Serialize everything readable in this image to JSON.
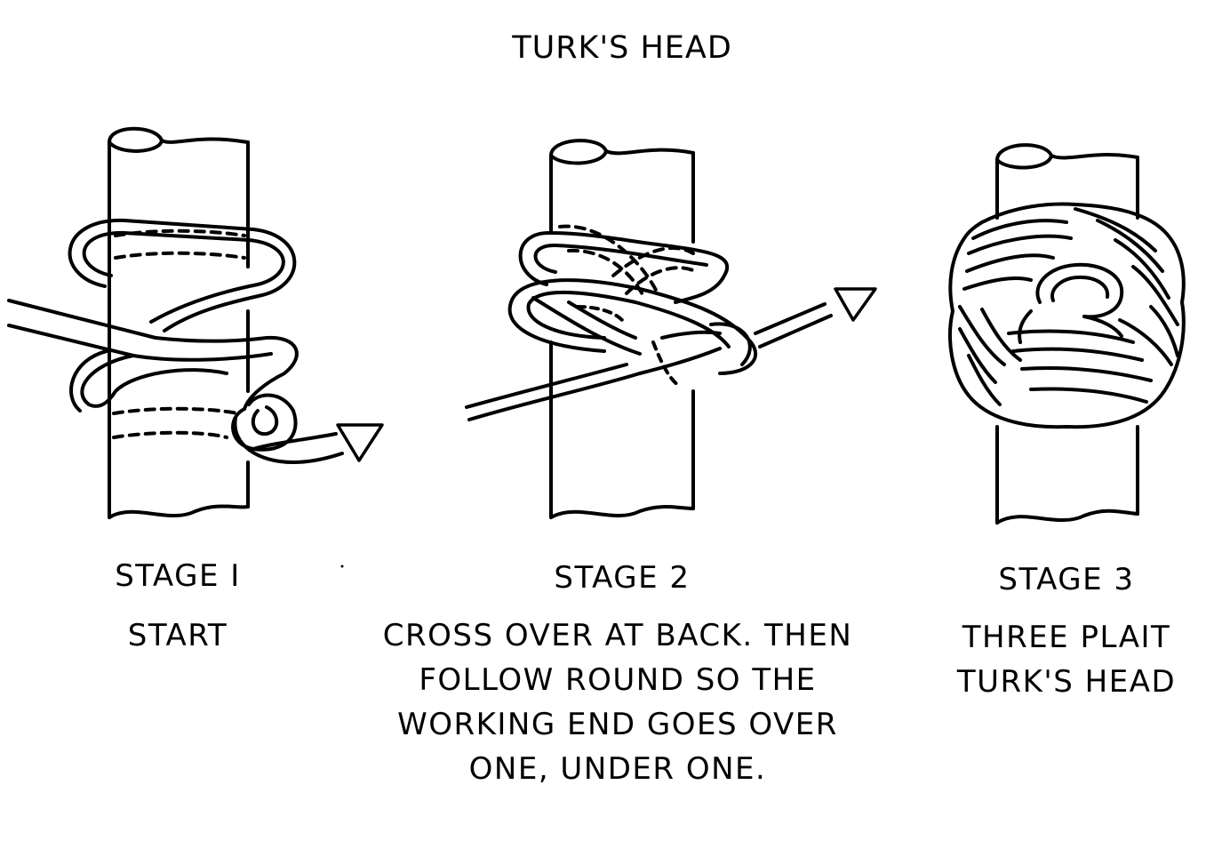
{
  "title": "TURK'S HEAD",
  "stages": [
    {
      "label": "STAGE I",
      "caption_lines": [
        "START"
      ]
    },
    {
      "label": "STAGE 2",
      "caption_lines": [
        "CROSS OVER AT BACK. THEN",
        "FOLLOW ROUND SO THE",
        "WORKING END GOES OVER",
        "ONE, UNDER ONE."
      ]
    },
    {
      "label": "STAGE 3",
      "caption_lines": [
        "THREE PLAIT",
        "TURK'S HEAD"
      ]
    }
  ],
  "colors": {
    "ink": "#000000",
    "paper": "#ffffff"
  }
}
